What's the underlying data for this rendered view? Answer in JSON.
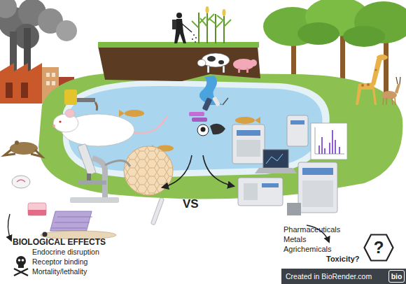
{
  "diagram": {
    "nodes": [
      {
        "text": [
          "?"
        ]
      },
      {
        "text": [
          "Created in BioRender.com"
        ]
      },
      {
        "text": [
          "bio"
        ],
        "in": 1
      }
    ],
    "labels": [
      "VS",
      "BIOLOGICAL EFFECTS",
      "Endocrine disruption",
      "Receptor binding",
      "Mortality/lethality",
      "Pharmaceuticals",
      "Metals",
      "Agrichemicals",
      "Toxicity?"
    ]
  }
}
